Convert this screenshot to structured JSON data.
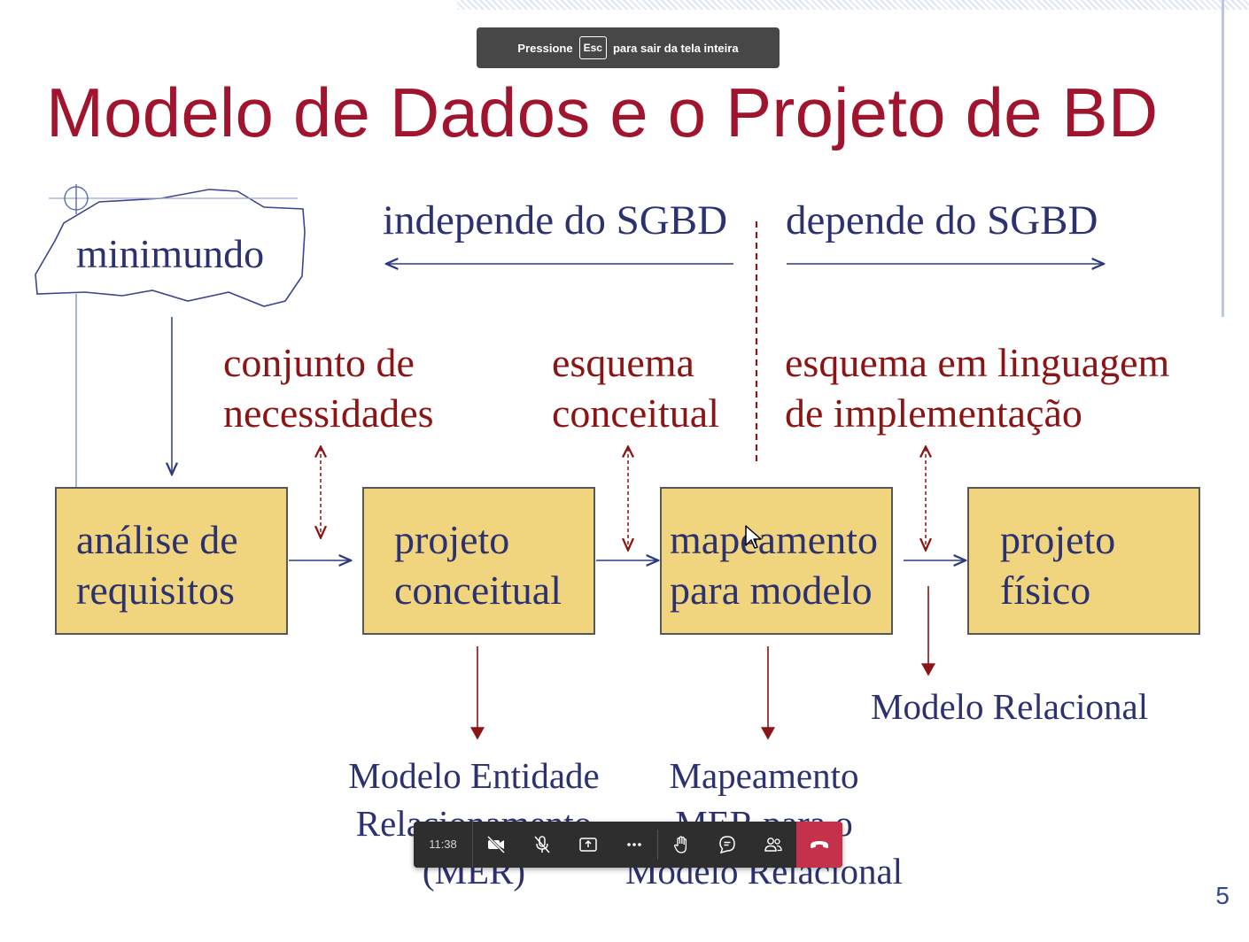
{
  "fullscreen_banner": {
    "prefix": "Pressione",
    "key": "Esc",
    "suffix": "para sair da tela inteira"
  },
  "slide": {
    "title": "Modelo de Dados e o Projeto de BD",
    "minimundo": "minimundo",
    "independe": "independe do SGBD",
    "depende": "depende do SGBD",
    "conjunto": [
      "conjunto de",
      "necessidades"
    ],
    "esquema_conceitual": [
      "esquema",
      "conceitual"
    ],
    "esquema_linguagem": [
      "esquema em linguagem",
      "de implementação"
    ],
    "boxes": {
      "analise": [
        "análise de",
        "requisitos"
      ],
      "projeto_conceitual": [
        "projeto",
        "conceitual"
      ],
      "mapeamento": [
        "mapeamento",
        "para modelo"
      ],
      "projeto_fisico": [
        "projeto",
        "físico"
      ]
    },
    "modelo_relacional": "Modelo Relacional",
    "mer": [
      "Modelo Entidade",
      "Relacionamento",
      "(MER)"
    ],
    "mapeamento_mer": [
      "Mapeamento",
      "MER para o",
      "Modelo Relacional"
    ],
    "page_number": "5"
  },
  "toolbar": {
    "time": "11:38",
    "buttons": [
      "camera-off-icon",
      "mic-off-icon",
      "share-screen-icon",
      "more-icon",
      "raise-hand-icon",
      "chat-icon",
      "participants-icon",
      "hang-up-icon"
    ],
    "hang_up_color": "#c4314b"
  },
  "colors": {
    "title": "#a0142e",
    "navy_text": "#2c3270",
    "red_text": "#8b1414",
    "box_fill": "#f0d47e"
  }
}
